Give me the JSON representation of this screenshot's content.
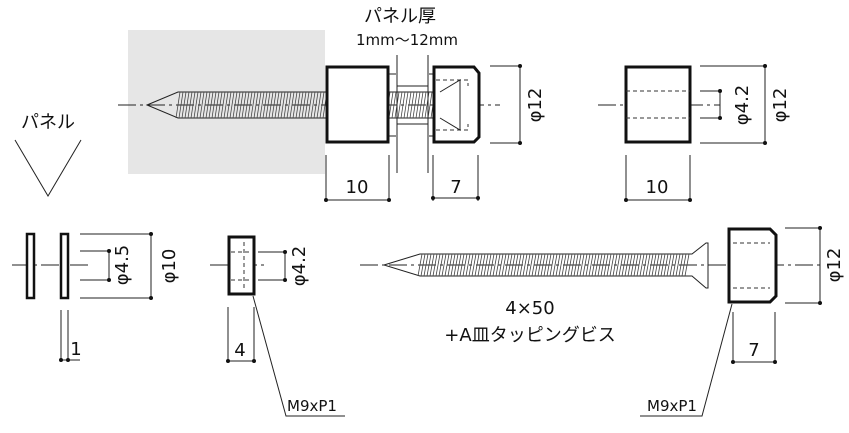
{
  "labels": {
    "panel": "パネル",
    "panel_thickness": "パネル厚",
    "panel_thickness_range": "1mm〜12mm",
    "screw_size": "4×50",
    "screw_name": "+A皿タッピングビス",
    "thread_spec_nut": "M9xP1",
    "thread_spec_cap": "M9xP1"
  },
  "dimensions": {
    "assembly_spacer_length": "10",
    "assembly_cap_length": "7",
    "assembly_diameter": "φ12",
    "spacer_hole": "φ4.2",
    "spacer_diameter": "φ12",
    "spacer_length": "10",
    "washer_inner": "φ4.5",
    "washer_outer": "φ10",
    "washer_thickness": "1",
    "nut_hole": "φ4.2",
    "nut_length": "4",
    "cap_diameter": "φ12",
    "cap_length": "7"
  },
  "colors": {
    "panel_fill": "#e6e6e6",
    "line": "#111111"
  }
}
